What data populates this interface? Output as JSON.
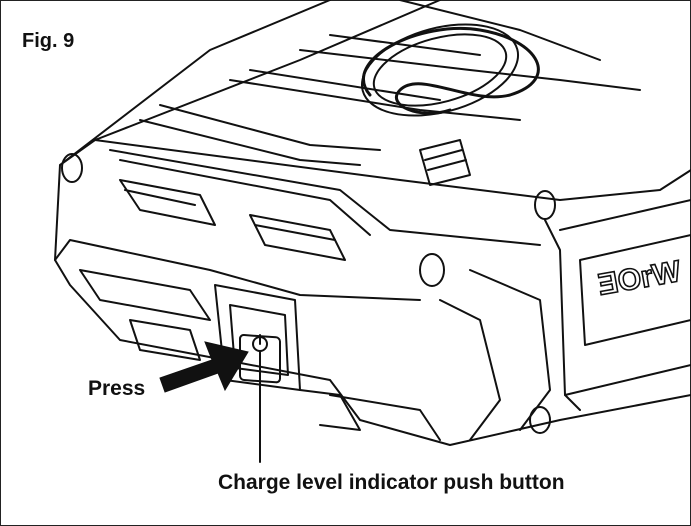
{
  "figure": {
    "label": "Fig. 9"
  },
  "callouts": {
    "press": "Press",
    "button": "Charge level indicator push button"
  },
  "device": {
    "brand_mark": "ƎOrW",
    "button_symbol": "power-icon"
  },
  "colors": {
    "line": "#111111",
    "background": "#ffffff"
  }
}
